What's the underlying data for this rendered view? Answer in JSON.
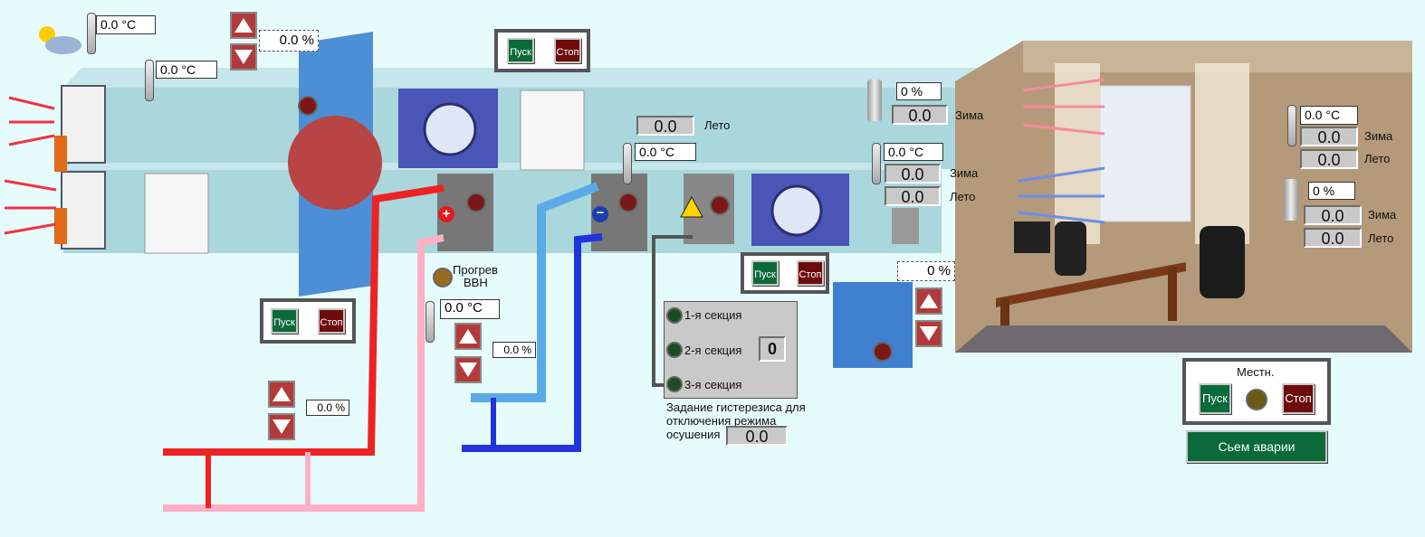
{
  "outdoor": {
    "temp_top": "0.0 °C",
    "temp_intake": "0.0 °C"
  },
  "damper_position": "0.0 %",
  "fan_supply_panel": {
    "start_label": "Пуск",
    "stop_label": "Стоп"
  },
  "recuperator_panel": {
    "start_label": "Пуск",
    "stop_label": "Стоп"
  },
  "exhaust_fan_panel": {
    "start_label": "Пуск",
    "stop_label": "Стоп"
  },
  "setpoints": {
    "summer_value": "0.0",
    "summer_label": "Лето",
    "winter_label": "Зима"
  },
  "after_heater_temp": "0.0 °C",
  "after_cooler_temp": "0.0 °C",
  "heater_return_temp": "0.0 °C",
  "prewarm": {
    "label_line1": "Прогрев",
    "label_line2": "ВВН"
  },
  "heater_valve": {
    "position": "0.0 %"
  },
  "cooler_valve": {
    "position": "0.0 %"
  },
  "humidity_supply": {
    "value": "0 %",
    "winter_value": "0.0",
    "winter_label": "Зима"
  },
  "supply_temp": {
    "value": "0.0 °C",
    "winter_value": "0.0",
    "summer_value": "0.0",
    "winter_label": "Зима",
    "summer_label": "Лето"
  },
  "humidifier": {
    "position": "0 %"
  },
  "electric_heater": {
    "sections": [
      "1-я секция",
      "2-я секция",
      "3-я секция"
    ],
    "active_sections": "0",
    "hysteresis_label": "Задание гистерезиса для отключения режима осушения",
    "hysteresis_value": "0.0"
  },
  "room": {
    "temp": "0.0 °C",
    "temp_winter": "0.0",
    "temp_summer": "0.0",
    "humidity": "0 %",
    "hum_winter": "0.0",
    "hum_summer": "0.0",
    "winter_label": "Зима",
    "summer_label": "Лето"
  },
  "local_panel": {
    "title": "Местн.",
    "start_label": "Пуск",
    "stop_label": "Стоп"
  },
  "alarm_reset_label": "Сьем аварии",
  "colors": {
    "duct": "#a9d7dc",
    "start": "#0b6a39",
    "stop": "#6e0b0b",
    "hot": "#ee2222",
    "cold": "#2244dd"
  }
}
